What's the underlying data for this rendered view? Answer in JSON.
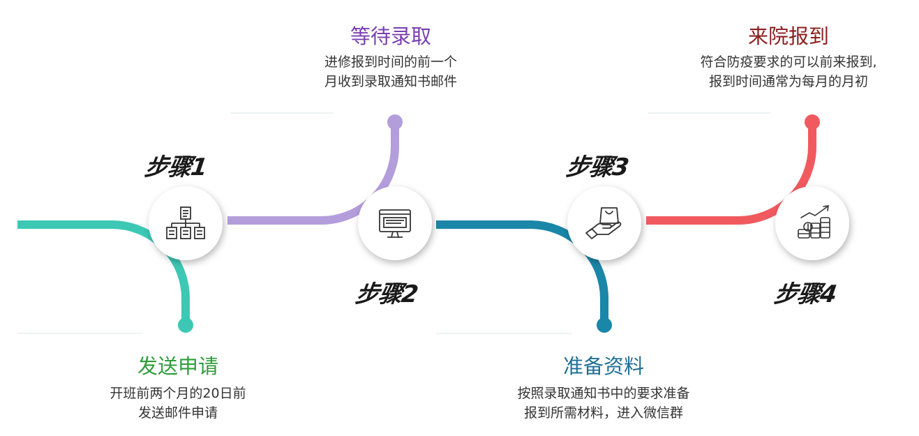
{
  "steps": [
    {
      "label": "步骤1",
      "title": "发送申请",
      "desc_line1": "开班前两个月的20日前",
      "desc_line2": "发送邮件申请",
      "color": "#3cc8b4",
      "title_color": "#2e9c3a",
      "icon": "org-chart-icon"
    },
    {
      "label": "步骤2",
      "title": "等待录取",
      "desc_line1": "进修报到时间的前一个",
      "desc_line2": "月收到录取通知书邮件",
      "color": "#b39ddb",
      "title_color": "#7b3fb0",
      "icon": "monitor-icon"
    },
    {
      "label": "步骤3",
      "title": "准备资料",
      "desc_line1": "按照录取通知书中的要求准备",
      "desc_line2": "报到所需材料，进入微信群",
      "color": "#1a86a8",
      "title_color": "#1f6f95",
      "icon": "hand-bag-icon"
    },
    {
      "label": "步骤4",
      "title": "来院报到",
      "desc_line1": "符合防疫要求的可以前来报到,",
      "desc_line2": "报到时间通常为每月的月初",
      "color": "#f05a5f",
      "title_color": "#8b1f1f",
      "icon": "coins-growth-icon"
    }
  ]
}
